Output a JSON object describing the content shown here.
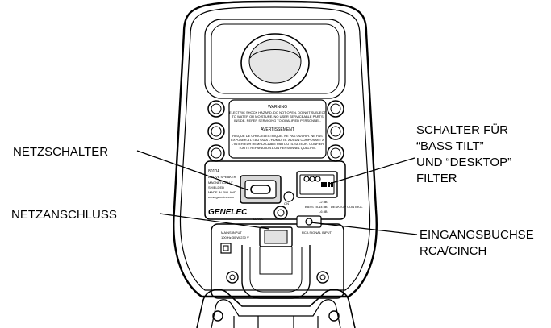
{
  "callouts": {
    "power_switch": "NETZSCHALTER",
    "power_socket": "NETZANSCHLUSS",
    "filter_switch": [
      "SCHALTER FÜR",
      "“BASS TILT”",
      "UND “DESKTOP”",
      "FILTER"
    ],
    "input_socket": [
      "EINGANGSBUCHSE",
      "RCA/CINCH"
    ]
  },
  "panel": {
    "warning_title": "WARNING",
    "warning_lines": [
      "ELECTRIC SHOCK HAZARD. DO NOT OPEN. DO NOT SUBJECT",
      "TO WATER OR MOISTURE. NO USER SERVICEABLE PARTS",
      "INSIDE. REFER SERVICING TO QUALIFIED PERSONNEL."
    ],
    "avert_title": "AVERTISSEMENT",
    "avert_lines": [
      "RISQUE DE CHOC ELECTRIQUE. NE PAS OUVRIR. NE PAS",
      "EXPOSER A L'EAU OU A L'HUMIDITE. AUCUN COMPOSANT A",
      "L'INTERIEUR REMPLACABLE PAR L'UTILISATEUR. CONFIER",
      "TOUTE REPARATION A UN PERSONNEL QUALIFIE."
    ],
    "model": "8010A",
    "model_lines": [
      "ACTIVE SPEAKER",
      "MAGNETICALLY",
      "SHIELDED",
      "MADE IN FINLAND",
      "www.genelec.com"
    ],
    "switch_on": "ON",
    "brand": "GENELEC",
    "level_label": "LEVEL",
    "mains_label": "MAINS INPUT",
    "mains_spec": "100 Hz  30 W  230 V",
    "rca_label": "RCA SIGNAL INPUT",
    "bass_tilt": "BASS TILT",
    "desktop_control": "DESKTOP CONTROL",
    "db_values": [
      "-2 dB",
      "-4 dB",
      "-6 dB"
    ]
  },
  "colors": {
    "ink": "#000000",
    "paper": "#ffffff",
    "shade": "#dcdcdc"
  }
}
